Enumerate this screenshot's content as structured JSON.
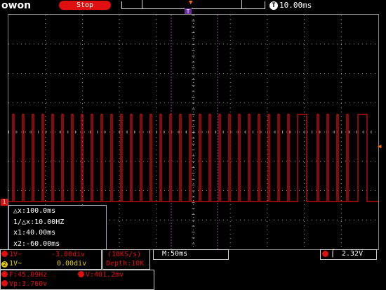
{
  "header": {
    "logo": "owon",
    "run_state": "Stop",
    "trigger_badge": "T",
    "timebase": "10.00ms",
    "trigger_position_marker": "T"
  },
  "cursor_panel": {
    "delta_x": "△x:100.0ms",
    "inv_delta_x": "1/△x:10.00HZ",
    "x1": "x1:40.00ms",
    "x2": "x2:-60.00ms"
  },
  "channels": {
    "ch1_marker": "1",
    "ch1_scale": "1V~",
    "ch1_offset": "-3.00div",
    "ch2_badge": "2",
    "ch2_scale": "1V~",
    "ch2_offset": "0.00div"
  },
  "acquisition": {
    "sample_rate": "(10KS/s)",
    "depth": "Depth:10K"
  },
  "measurements": {
    "frequency": "F:45.09Hz",
    "voltage": "V:401.2mv",
    "vp": "Vp:3.760v"
  },
  "horizontal": {
    "main": "M:50ms"
  },
  "trigger": {
    "level": "2.32V",
    "source_badge": "1"
  },
  "colors": {
    "ch1": "#e01010",
    "ch2": "#e8d000",
    "accent": "#ff6a00",
    "grid": "#9a9a9a",
    "cursor": "#a040c0"
  }
}
